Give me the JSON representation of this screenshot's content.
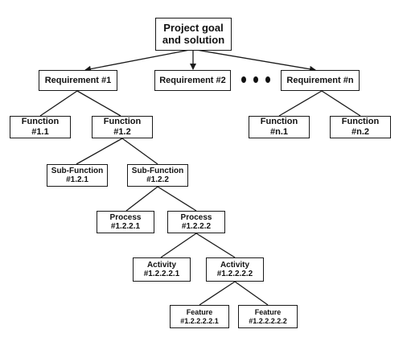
{
  "root": {
    "line1": "Project goal",
    "line2": "and solution"
  },
  "requirements": [
    {
      "label": "Requirement #1"
    },
    {
      "label": "Requirement #2"
    },
    {
      "label": "Requirement #n"
    }
  ],
  "functions": [
    {
      "line1": "Function",
      "line2": "#1.1"
    },
    {
      "line1": "Function",
      "line2": "#1.2"
    },
    {
      "line1": "Function",
      "line2": "#n.1"
    },
    {
      "line1": "Function",
      "line2": "#n.2"
    }
  ],
  "subfunctions": [
    {
      "line1": "Sub-Function",
      "line2": "#1.2.1"
    },
    {
      "line1": "Sub-Function",
      "line2": "#1.2.2"
    }
  ],
  "processes": [
    {
      "line1": "Process",
      "line2": "#1.2.2.1"
    },
    {
      "line1": "Process",
      "line2": "#1.2.2.2"
    }
  ],
  "activities": [
    {
      "line1": "Activity",
      "line2": "#1.2.2.2.1"
    },
    {
      "line1": "Activity",
      "line2": "#1.2.2.2.2"
    }
  ],
  "features": [
    {
      "line1": "Feature",
      "line2": "#1.2.2.2.2.1"
    },
    {
      "line1": "Feature",
      "line2": "#1.2.2.2.2.2"
    }
  ],
  "colors": {
    "line": "#1a1a1a",
    "box_border": "#1a1a1a",
    "background": "#ffffff"
  }
}
